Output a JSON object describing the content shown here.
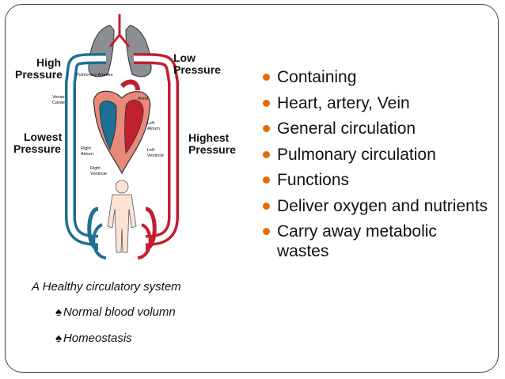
{
  "diagram": {
    "labels": {
      "high_pressure_1": "High",
      "high_pressure_2": "Pressure",
      "low_pressure_1": "Low",
      "low_pressure_2": "Pressure",
      "lowest_pressure_1": "Lowest",
      "lowest_pressure_2": "Pressure",
      "highest_pressure_1": "Highest",
      "highest_pressure_2": "Pressure",
      "pulmonary_arteries": "Pulmonary Arteries",
      "venae_cavae_1": "Venae",
      "venae_cavae_2": "Cavae",
      "aorta": "Aorta",
      "left_atrium_1": "Left",
      "left_atrium_2": "Atrium",
      "right_atrium_1": "Right",
      "right_atrium_2": "Atrium",
      "left_ventricle_1": "Left",
      "left_ventricle_2": "Ventricle",
      "right_ventricle_1": "Right",
      "right_ventricle_2": "Ventricle"
    }
  },
  "bullets": [
    "Containing",
    "Heart, artery, Vein",
    "General circulation",
    "Pulmonary circulation",
    "Functions",
    "Deliver oxygen and nutrients",
    "Carry away metabolic wastes"
  ],
  "caption": "A Healthy circulatory system",
  "subitems": [
    "Normal blood volumn",
    "Homeostasis"
  ],
  "colors": {
    "bullet": "#e36c0a",
    "oxygenated": "#c0202f",
    "deoxygenated": "#1f6f94",
    "lungs": "#8b8f94"
  }
}
